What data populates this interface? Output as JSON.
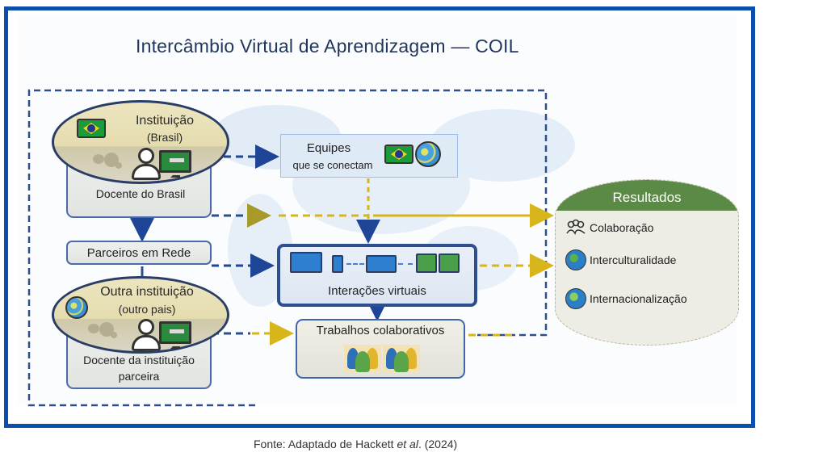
{
  "title": "Intercâmbio Virtual de Aprendizagem — COIL",
  "caption": {
    "prefix": "Fonte: Adaptado de Hackett ",
    "italic": "et al",
    "suffix": ". (2024)"
  },
  "nodes": {
    "instituicao": {
      "title": "Instituição",
      "subtitle": "(Brasil)",
      "label": "Docente do Brasil"
    },
    "parceiros": {
      "label": "Parceiros em Rede"
    },
    "outra": {
      "title": "Outra instituição",
      "subtitle": "(outro pais)",
      "label_line1": "Docente da instituição",
      "label_line2": "parceira"
    },
    "equipes": {
      "line1": "Equipes",
      "line2": "que se conectam"
    },
    "interacoes": {
      "label": "Interações virtuais"
    },
    "trabalhos": {
      "label": "Trabalhos colaborativos"
    }
  },
  "resultados": {
    "header": "Resultados",
    "items": [
      {
        "icon": "people-group-icon",
        "label": "Colaboração"
      },
      {
        "icon": "globe-chat-icon",
        "label": "Interculturalidade"
      },
      {
        "icon": "globe-icon",
        "label": "Internacionalização"
      }
    ]
  },
  "colors": {
    "frame": "#0b4eb0",
    "dashed_blue": "#2e4f8f",
    "dashed_gold": "#d9b51c",
    "results_header": "#5a8a45"
  }
}
